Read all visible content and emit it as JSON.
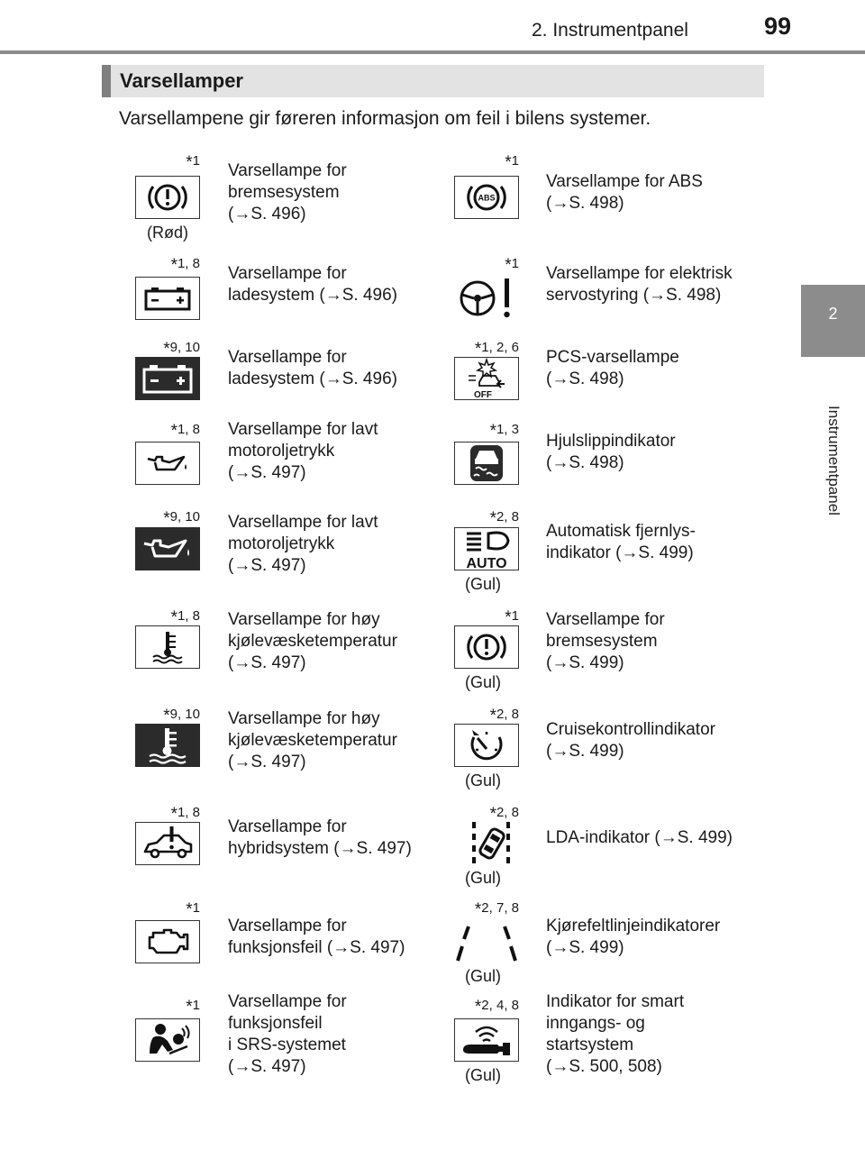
{
  "header": {
    "chapter_title": "2. Instrumentpanel",
    "page_number": "99"
  },
  "side_tab": {
    "number": "2",
    "label": "Instrumentpanel"
  },
  "section": {
    "title": "Varsellamper",
    "intro": "Varsellampene gir føreren informasjon om feil i bilens systemer."
  },
  "left_items": [
    {
      "note_star": "*",
      "note": "1",
      "description": "Varsellampe for\nbremsesystem\n(→S. 496)",
      "color": "(Rød)",
      "icon": "brake-warning-icon"
    },
    {
      "note_star": "*",
      "note": "1, 8",
      "description": "Varsellampe for\nladesystem (→S. 496)",
      "color": "",
      "icon": "battery-icon"
    },
    {
      "note_star": "*",
      "note": "9, 10",
      "description": "Varsellampe for\nladesystem (→S. 496)",
      "color": "",
      "icon": "battery-icon"
    },
    {
      "note_star": "*",
      "note": "1, 8",
      "description": "Varsellampe for lavt\nmotoroljetrykk\n(→S. 497)",
      "color": "",
      "icon": "oil-pressure-icon"
    },
    {
      "note_star": "*",
      "note": "9, 10",
      "description": "Varsellampe for lavt\nmotoroljetrykk\n(→S. 497)",
      "color": "",
      "icon": "oil-pressure-icon"
    },
    {
      "note_star": "*",
      "note": "1, 8",
      "description": "Varsellampe for høy\nkjølevæsketemperatur\n(→S. 497)",
      "color": "",
      "icon": "coolant-temperature-icon"
    },
    {
      "note_star": "*",
      "note": "9, 10",
      "description": "Varsellampe for høy\nkjølevæsketemperatur\n(→S. 497)",
      "color": "",
      "icon": "coolant-temperature-icon"
    },
    {
      "note_star": "*",
      "note": "1, 8",
      "description": "Varsellampe for\nhybridsystem (→S. 497)",
      "color": "",
      "icon": "hybrid-system-icon"
    },
    {
      "note_star": "*",
      "note": "1",
      "description": "Varsellampe for\nfunksjonsfeil (→S. 497)",
      "color": "",
      "icon": "engine-check-icon"
    },
    {
      "note_star": "*",
      "note": "1",
      "description": "Varsellampe for\nfunksjonsfeil\ni SRS-systemet\n(→S. 497)",
      "color": "",
      "icon": "srs-airbag-icon"
    }
  ],
  "right_items": [
    {
      "note_star": "*",
      "note": "1",
      "description": "Varsellampe for ABS\n(→S. 498)",
      "color": "",
      "icon": "abs-icon",
      "icon_text": "ABS"
    },
    {
      "note_star": "*",
      "note": "1",
      "description": "Varsellampe for elektrisk\nservostyring (→S. 498)",
      "color": "",
      "icon": "power-steering-icon"
    },
    {
      "note_star": "*",
      "note": "1, 2, 6",
      "description": "PCS-varsellampe\n(→S. 498)",
      "color": "",
      "icon": "pcs-icon",
      "icon_text": "OFF"
    },
    {
      "note_star": "*",
      "note": "1, 3",
      "description": "Hjulslippindikator\n(→S. 498)",
      "color": "",
      "icon": "slip-indicator-icon"
    },
    {
      "note_star": "*",
      "note": "2, 8",
      "description": "Automatisk fjernlys-\nindikator (→S. 499)",
      "color": "(Gul)",
      "icon": "auto-high-beam-icon",
      "icon_text": "AUTO"
    },
    {
      "note_star": "*",
      "note": "1",
      "description": "Varsellampe for\nbremsesystem\n(→S. 499)",
      "color": "(Gul)",
      "icon": "brake-warning-icon"
    },
    {
      "note_star": "*",
      "note": "2, 8",
      "description": "Cruisekontrollindikator\n(→S. 499)",
      "color": "(Gul)",
      "icon": "cruise-control-icon"
    },
    {
      "note_star": "*",
      "note": "2, 8",
      "description": "LDA-indikator (→S. 499)",
      "color": "(Gul)",
      "icon": "lane-departure-icon"
    },
    {
      "note_star": "*",
      "note": "2, 7, 8",
      "description": "Kjørefeltlinjeindikatorer\n(→S. 499)",
      "color": "(Gul)",
      "icon": "lane-lines-icon"
    },
    {
      "note_star": "*",
      "note": "2, 4, 8",
      "description": "Indikator for smart\ninngangs- og\nstartsystem\n(→S. 500, 508)",
      "color": "(Gul)",
      "icon": "smart-key-icon"
    }
  ]
}
